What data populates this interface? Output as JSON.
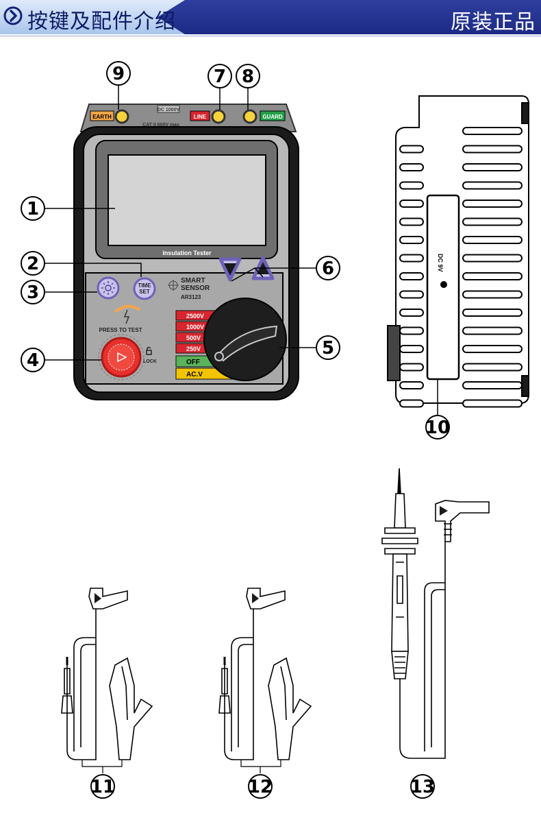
{
  "header": {
    "title": "按键及配件介绍",
    "tagline": "原装正品",
    "icon": "circle-chevron-right-icon",
    "colors": {
      "banner": "#22308f",
      "title_bg": "#bcd5f2",
      "title_text": "#0c1a66"
    }
  },
  "device": {
    "terminals": {
      "earth": "EARTH",
      "line": "LINE",
      "guard": "GUARD",
      "spec_top": "DC 1000V",
      "spec_bottom": "CAT II   600V max"
    },
    "screen_label": "Insulation Tester",
    "time_button": [
      "TIME",
      "SET"
    ],
    "brand": [
      "SMART",
      "SENSOR"
    ],
    "model": "AR3123",
    "press_to_test": "PRESS TO TEST",
    "lock": "LOCK",
    "ranges": [
      "2500V",
      "1000V",
      "500V",
      "250V",
      "OFF",
      "AC.V"
    ],
    "range_colors": [
      "#d7262f",
      "#d7262f",
      "#d7262f",
      "#d7262f",
      "#59b35a",
      "#f2c400"
    ],
    "side_label": "DC 9V"
  },
  "callouts": [
    "1",
    "2",
    "3",
    "4",
    "5",
    "6",
    "7",
    "8",
    "9",
    "10",
    "11",
    "12",
    "13"
  ]
}
